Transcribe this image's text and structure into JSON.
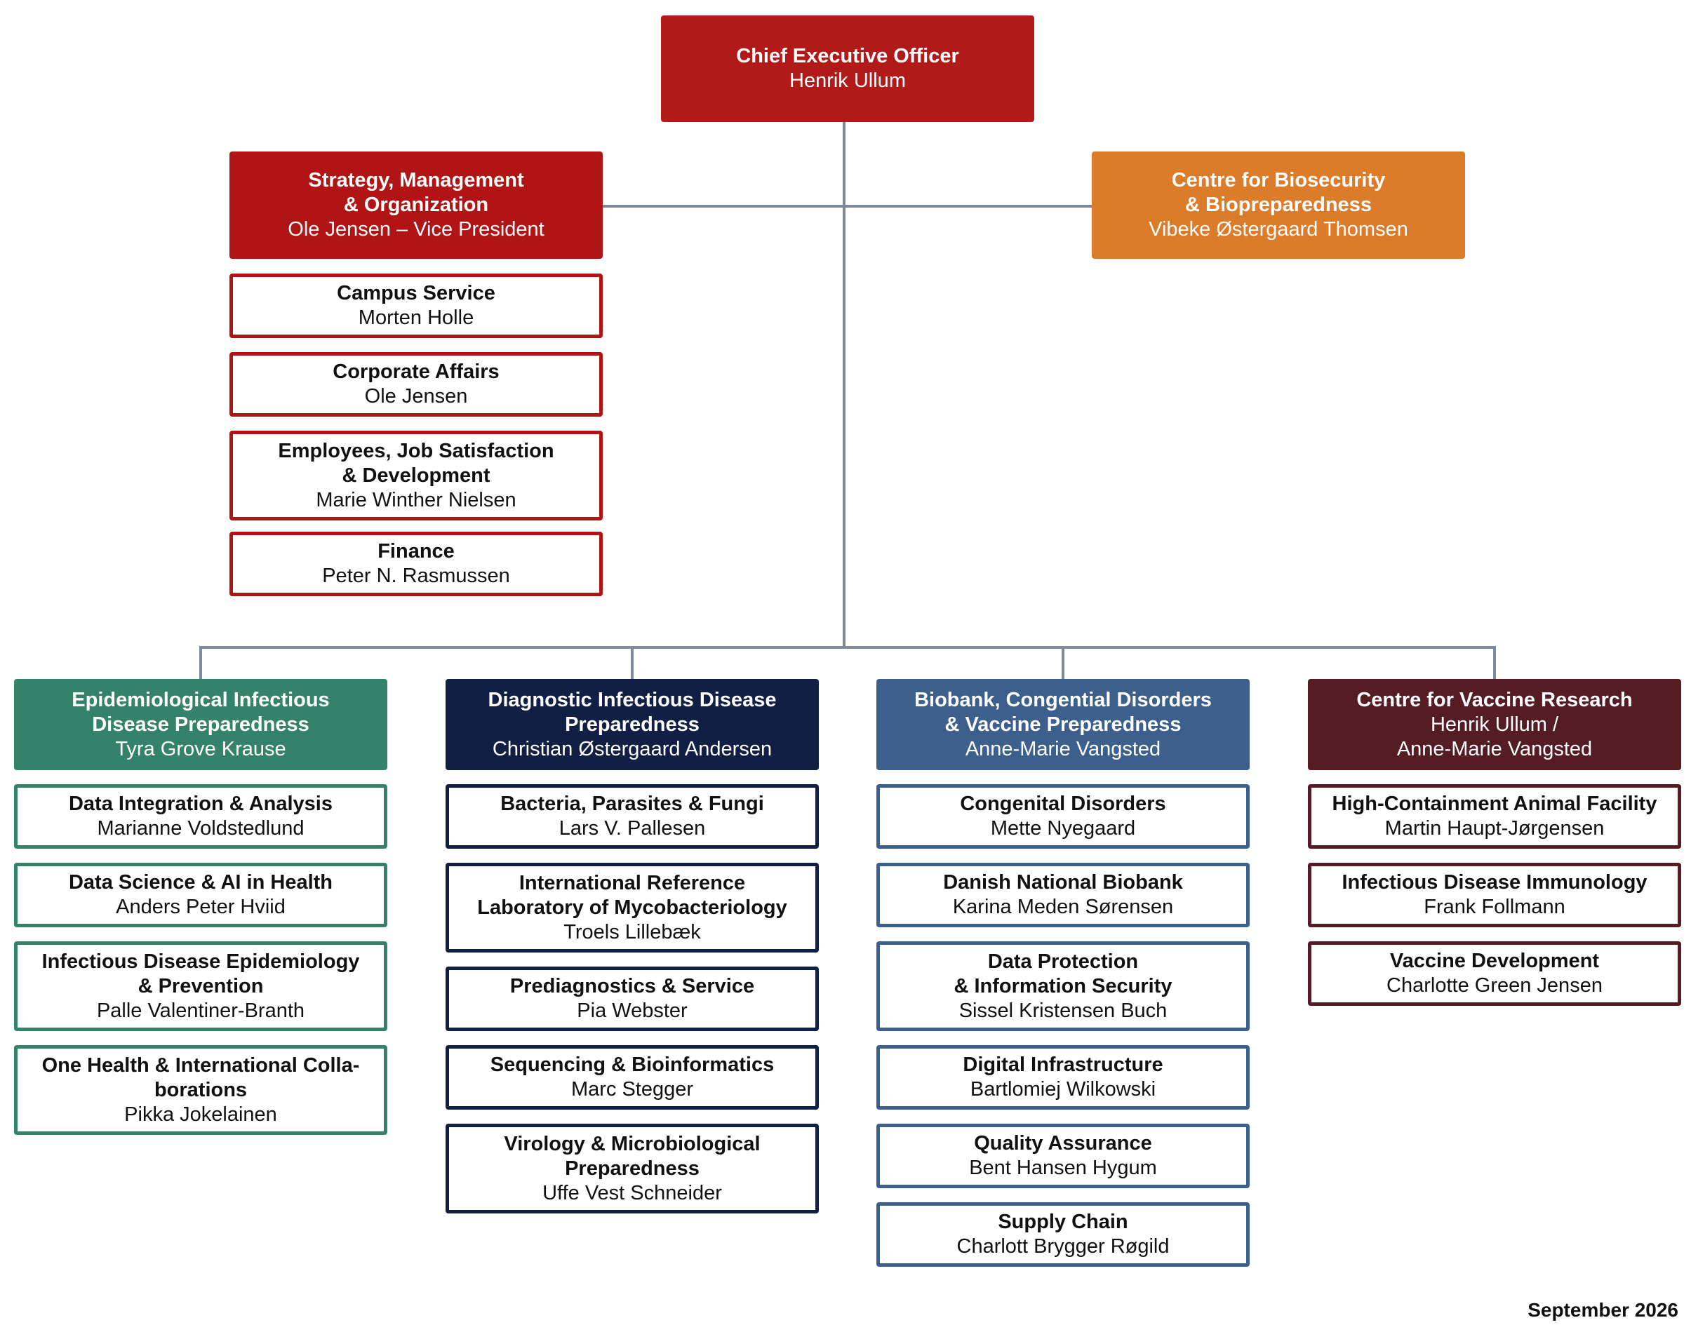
{
  "colors": {
    "ceo": "#b21919",
    "strategy": "#b01414",
    "biosecurity": "#dc7b2a",
    "epi": "#35826b",
    "diag": "#121f45",
    "biobank": "#3d5f8b",
    "vaccine": "#561c24",
    "connector": "#7e8a99"
  },
  "ceo": {
    "title": "Chief Executive Officer",
    "name": "Henrik Ullum"
  },
  "strategy": {
    "title_lines": [
      "Strategy, Management",
      "& Organization"
    ],
    "name": "Ole Jensen – Vice President",
    "units": [
      {
        "title_lines": [
          "Campus Service"
        ],
        "name": "Morten Holle"
      },
      {
        "title_lines": [
          "Corporate Affairs"
        ],
        "name": "Ole Jensen"
      },
      {
        "title_lines": [
          "Employees, Job Satisfaction",
          "& Development"
        ],
        "name": "Marie Winther Nielsen"
      },
      {
        "title_lines": [
          "Finance"
        ],
        "name": "Peter N. Rasmussen"
      }
    ]
  },
  "biosecurity": {
    "title_lines": [
      "Centre for Biosecurity",
      "& Biopreparedness"
    ],
    "name": "Vibeke Østergaard Thomsen"
  },
  "divisions": [
    {
      "key": "epi",
      "title_lines": [
        "Epidemiological Infectious",
        "Disease Preparedness"
      ],
      "name_lines": [
        "Tyra Grove Krause"
      ],
      "units": [
        {
          "title_lines": [
            "Data Integration & Analysis"
          ],
          "name": "Marianne Voldstedlund"
        },
        {
          "title_lines": [
            "Data Science & AI in Health"
          ],
          "name": "Anders Peter Hviid"
        },
        {
          "title_lines": [
            "Infectious Disease Epidemiology",
            "& Prevention"
          ],
          "name": "Palle Valentiner-Branth"
        },
        {
          "title_lines": [
            "One Health & International Colla-",
            "borations"
          ],
          "name": "Pikka Jokelainen"
        }
      ]
    },
    {
      "key": "diag",
      "title_lines": [
        "Diagnostic Infectious Disease",
        "Preparedness"
      ],
      "name_lines": [
        "Christian Østergaard Andersen"
      ],
      "units": [
        {
          "title_lines": [
            "Bacteria, Parasites & Fungi"
          ],
          "name": "Lars V. Pallesen"
        },
        {
          "title_lines": [
            "International Reference",
            "Laboratory of Mycobacteriology"
          ],
          "name": "Troels Lillebæk"
        },
        {
          "title_lines": [
            "Prediagnostics & Service"
          ],
          "name": "Pia Webster"
        },
        {
          "title_lines": [
            "Sequencing & Bioinformatics"
          ],
          "name": "Marc Stegger"
        },
        {
          "title_lines": [
            "Virology & Microbiological",
            "Preparedness"
          ],
          "name": "Uffe Vest Schneider"
        }
      ]
    },
    {
      "key": "biobank",
      "title_lines": [
        "Biobank, Congential Disorders",
        "& Vaccine Preparedness"
      ],
      "name_lines": [
        "Anne-Marie Vangsted"
      ],
      "units": [
        {
          "title_lines": [
            "Congenital Disorders"
          ],
          "name": "Mette Nyegaard"
        },
        {
          "title_lines": [
            "Danish National Biobank"
          ],
          "name": "Karina Meden Sørensen"
        },
        {
          "title_lines": [
            "Data Protection",
            "& Information Security"
          ],
          "name": "Sissel Kristensen Buch"
        },
        {
          "title_lines": [
            "Digital Infrastructure"
          ],
          "name": "Bartlomiej Wilkowski"
        },
        {
          "title_lines": [
            "Quality Assurance"
          ],
          "name": "Bent Hansen Hygum"
        },
        {
          "title_lines": [
            "Supply Chain"
          ],
          "name": "Charlott Brygger Røgild"
        }
      ]
    },
    {
      "key": "vaccine",
      "title_lines": [
        "Centre for Vaccine Research"
      ],
      "name_lines": [
        "Henrik Ullum /",
        "Anne-Marie Vangsted"
      ],
      "units": [
        {
          "title_lines": [
            "High-Containment Animal Facility"
          ],
          "name": "Martin Haupt-Jørgensen"
        },
        {
          "title_lines": [
            "Infectious Disease Immunology"
          ],
          "name": "Frank Follmann"
        },
        {
          "title_lines": [
            "Vaccine Development"
          ],
          "name": "Charlotte Green Jensen"
        }
      ]
    }
  ],
  "footer": {
    "date": "September 2026"
  }
}
